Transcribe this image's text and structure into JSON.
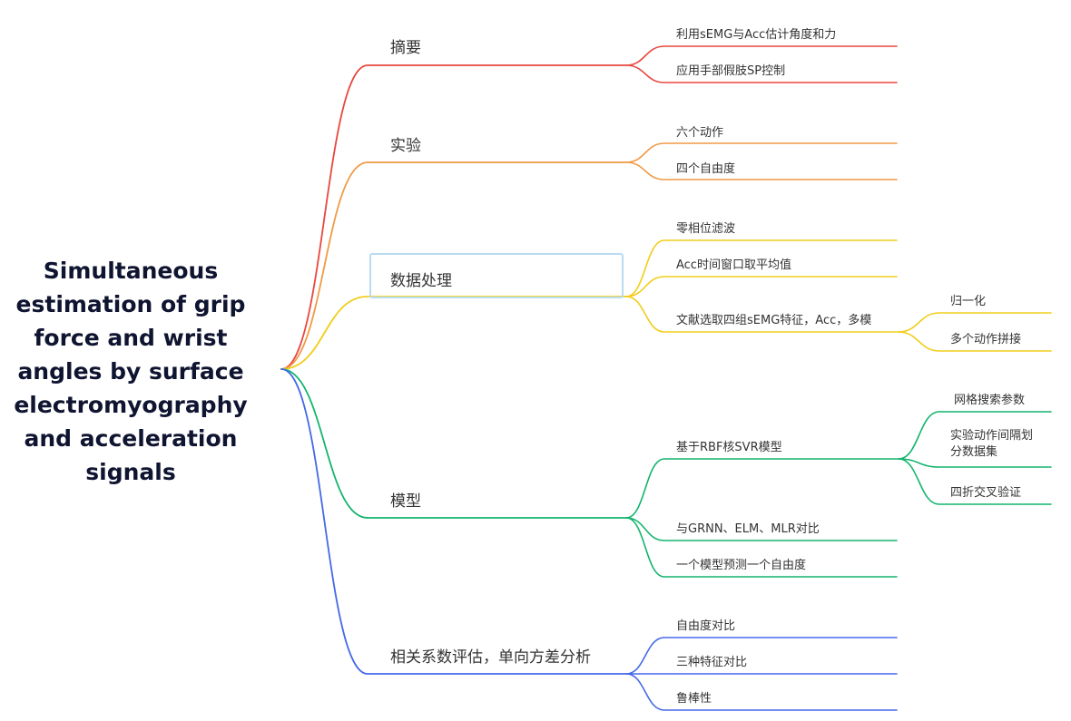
{
  "root": {
    "lines": [
      "Simultaneous",
      "estimation of grip",
      "force and wrist",
      "angles by surface",
      "electromyography",
      "and acceleration",
      "signals"
    ]
  },
  "colors": {
    "red": "#e8473f",
    "orange": "#f09a45",
    "yellow": "#f2cd1a",
    "green": "#13b46d",
    "blue": "#4569e8",
    "selection": "#b8dcf2"
  },
  "branches": [
    {
      "label": "摘要",
      "color": "red",
      "children": [
        {
          "label": "利用sEMG与Acc估计角度和力"
        },
        {
          "label": "应用手部假肢SP控制"
        }
      ]
    },
    {
      "label": "实验",
      "color": "orange",
      "children": [
        {
          "label": "六个动作"
        },
        {
          "label": "四个自由度"
        }
      ]
    },
    {
      "label": "数据处理",
      "color": "yellow",
      "selected": true,
      "children": [
        {
          "label": "零相位滤波"
        },
        {
          "label": "Acc时间窗口取平均值"
        },
        {
          "label": "文献选取四组sEMG特征，Acc，多模",
          "children": [
            {
              "label": "归一化"
            },
            {
              "label": "多个动作拼接"
            }
          ]
        }
      ]
    },
    {
      "label": "模型",
      "color": "green",
      "children": [
        {
          "label": "基于RBF核SVR模型",
          "children": [
            {
              "label": "网格搜索参数"
            },
            {
              "label": "实验动作间隔划",
              "label2": "分数据集"
            },
            {
              "label": "四折交叉验证"
            }
          ]
        },
        {
          "label": "与GRNN、ELM、MLR对比"
        },
        {
          "label": "一个模型预测一个自由度"
        }
      ]
    },
    {
      "label": "相关系数评估，单向方差分析",
      "color": "blue",
      "children": [
        {
          "label": "自由度对比"
        },
        {
          "label": "三种特征对比"
        },
        {
          "label": "鲁棒性"
        }
      ]
    }
  ]
}
